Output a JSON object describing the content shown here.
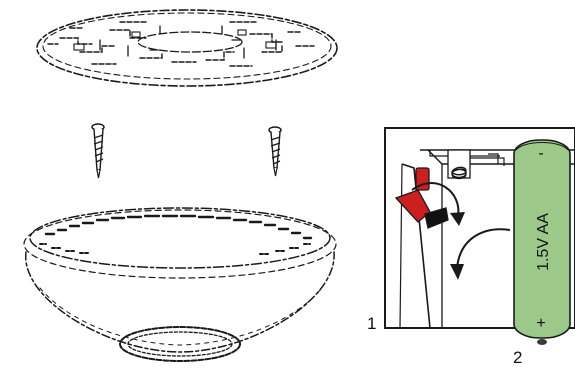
{
  "figure": {
    "step_labels": [
      "1",
      "2"
    ]
  },
  "battery": {
    "label": "1.5V  AA",
    "positive": "+",
    "negative": "-",
    "color": "#9cc88a"
  },
  "lever": {
    "color": "#cc2020"
  }
}
